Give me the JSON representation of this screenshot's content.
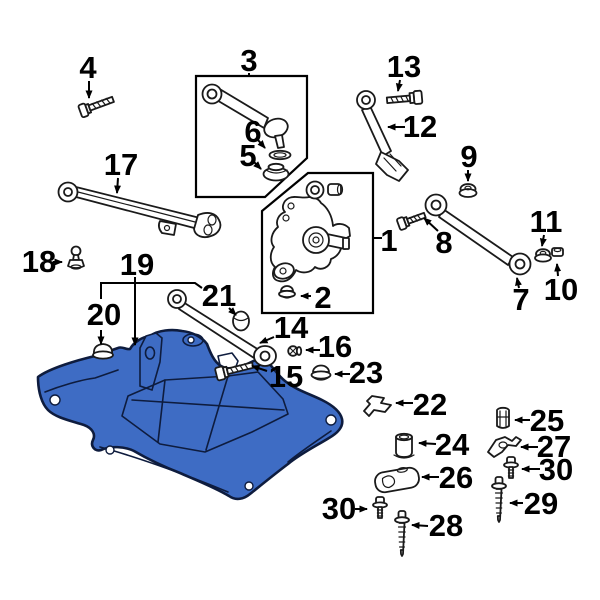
{
  "diagram": {
    "kind": "exploded-parts-diagram",
    "subject": "rear suspension and subframe crossmember parts diagram",
    "highlighted_callout": "19",
    "background_color": "#ffffff",
    "highlight_fill": "#3e6cc4",
    "highlight_stroke": "#0e1c3e",
    "part_outline_color": "#1a1a1a",
    "leader_color": "#000000",
    "callouts": {
      "n1": "1",
      "n2": "2",
      "n3": "3",
      "n4": "4",
      "n5": "5",
      "n6": "6",
      "n7": "7",
      "n8": "8",
      "n9": "9",
      "n10": "10",
      "n11": "11",
      "n12": "12",
      "n13": "13",
      "n14": "14",
      "n15": "15",
      "n16": "16",
      "n17": "17",
      "n18": "18",
      "n19": "19",
      "n20": "20",
      "n21": "21",
      "n22": "22",
      "n23": "23",
      "n24": "24",
      "n25": "25",
      "n26": "26",
      "n27": "27",
      "n28": "28",
      "n29": "29",
      "n30a": "30",
      "n30b": "30"
    }
  }
}
